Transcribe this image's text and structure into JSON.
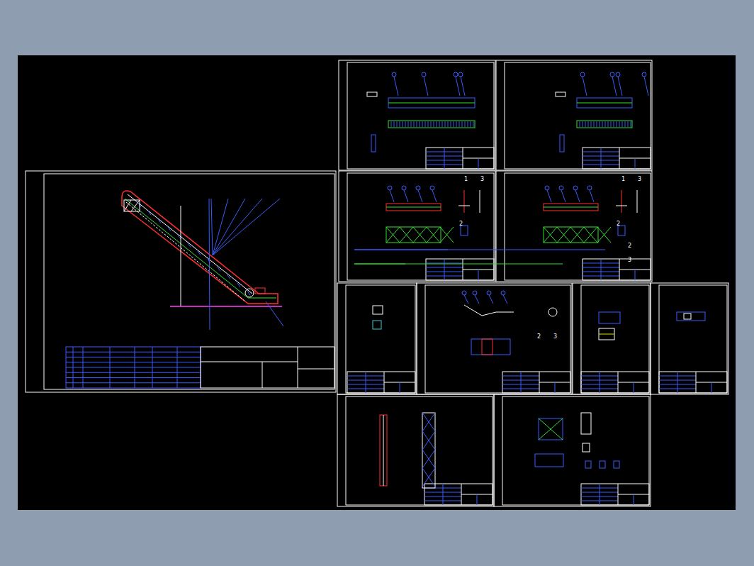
{
  "diagram": {
    "labels": [
      "1",
      "3",
      "2",
      "1",
      "3",
      "2",
      "2",
      "3",
      "2",
      "3"
    ]
  }
}
